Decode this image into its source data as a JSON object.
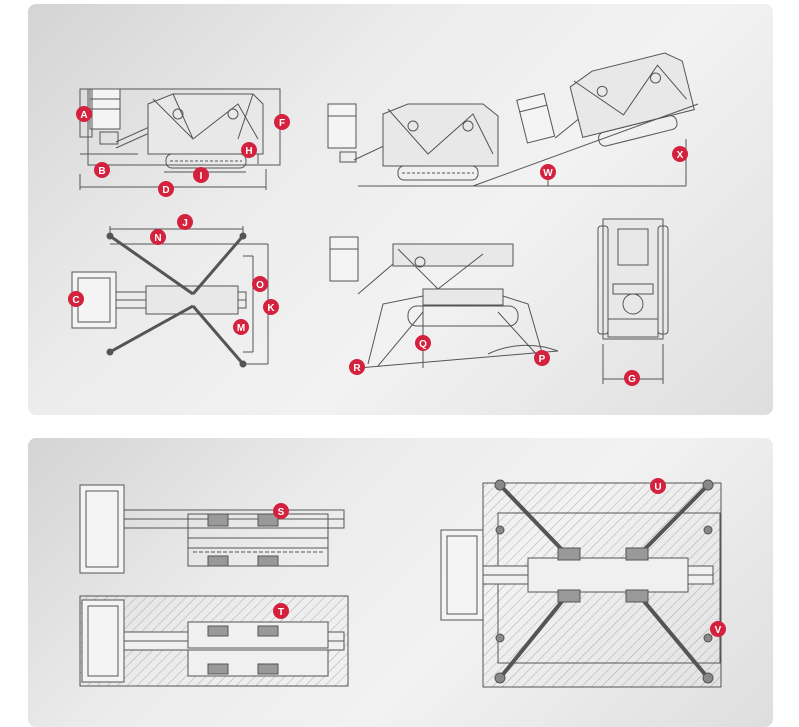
{
  "marker_color": "#d4213d",
  "line_color": "#555555",
  "panel_top": {
    "markers": {
      "A": "A",
      "B": "B",
      "D": "D",
      "I": "I",
      "H": "H",
      "F": "F",
      "W": "W",
      "X": "X",
      "J": "J",
      "N": "N",
      "C": "C",
      "O": "O",
      "K": "K",
      "M": "M",
      "R": "R",
      "Q": "Q",
      "P": "P",
      "G": "G"
    }
  },
  "panel_bottom": {
    "markers": {
      "S": "S",
      "T": "T",
      "U": "U",
      "V": "V"
    }
  }
}
